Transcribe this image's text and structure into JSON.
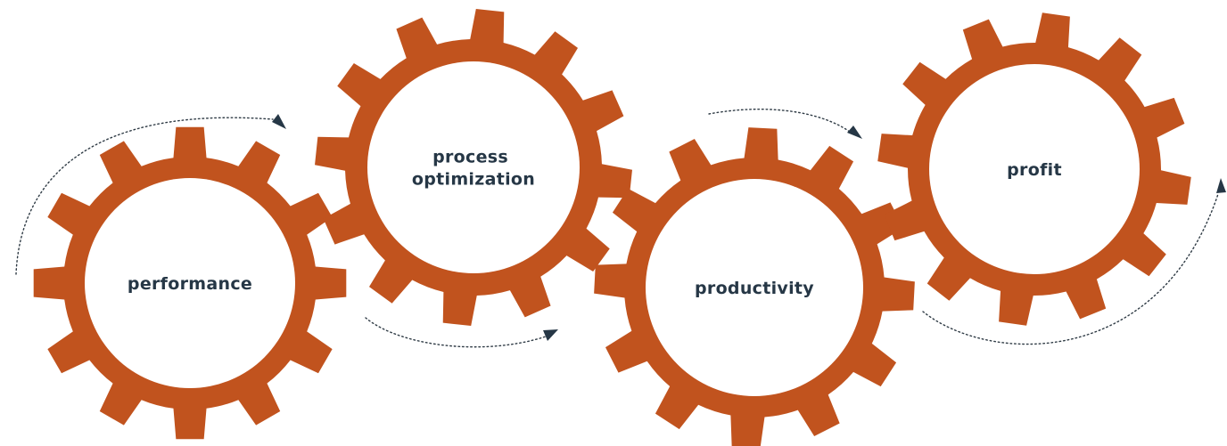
{
  "diagram": {
    "colors": {
      "gear": "#c1531e",
      "gear_center": "#ffffff",
      "label": "#263746",
      "arrow": "#263746"
    },
    "gears": [
      {
        "id": "performance",
        "label_lines": [
          "performance"
        ]
      },
      {
        "id": "process-optimization",
        "label_lines": [
          "process",
          "optimization"
        ]
      },
      {
        "id": "productivity",
        "label_lines": [
          "productivity"
        ]
      },
      {
        "id": "profit",
        "label_lines": [
          "profit"
        ]
      }
    ],
    "arrow_icon": "dotted-curved-arrow-icon"
  }
}
